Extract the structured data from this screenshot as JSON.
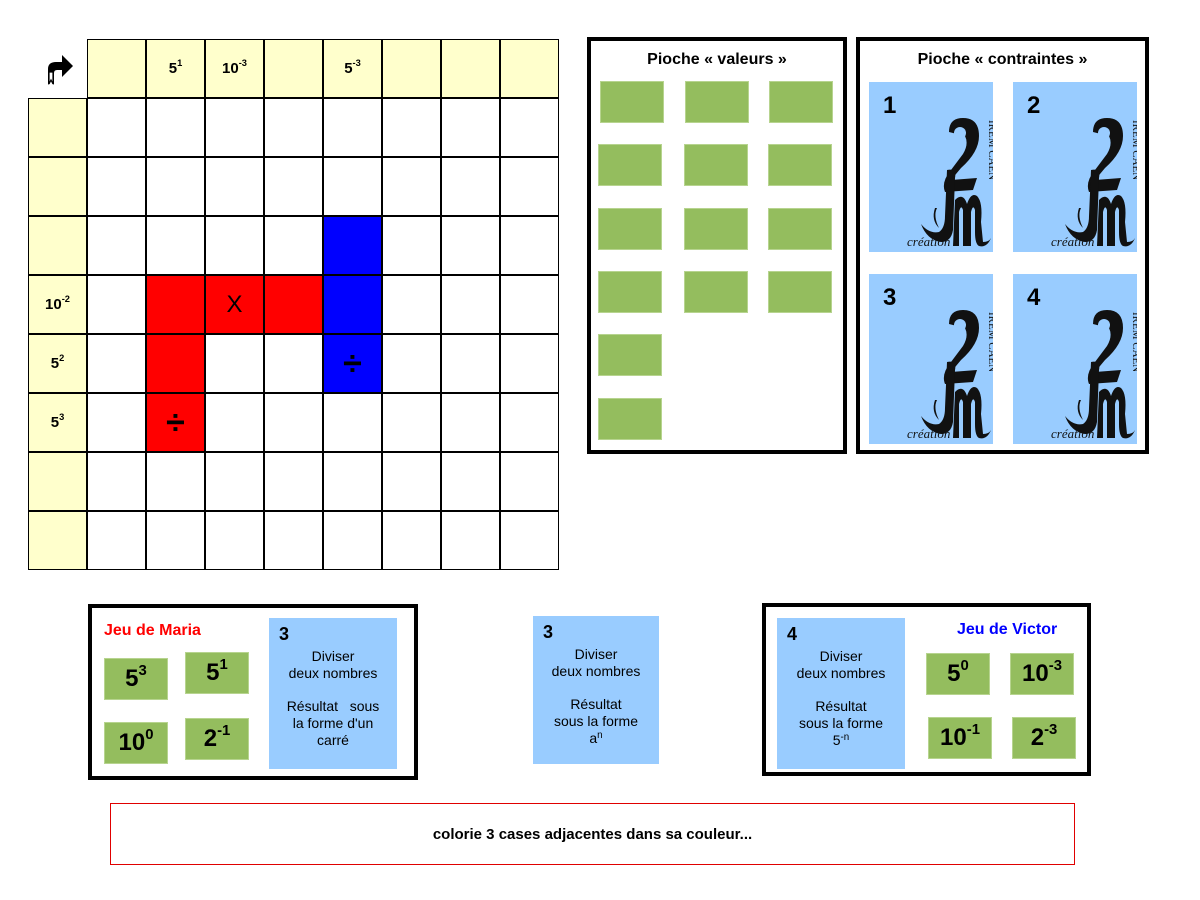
{
  "grid": {
    "rows": 9,
    "cols": 9,
    "column_headers": [
      {
        "base": "",
        "exp": ""
      },
      {
        "base": "5",
        "exp": "1"
      },
      {
        "base": "10",
        "exp": "-3"
      },
      {
        "base": "",
        "exp": ""
      },
      {
        "base": "5",
        "exp": "-3"
      },
      {
        "base": "",
        "exp": ""
      },
      {
        "base": "",
        "exp": ""
      },
      {
        "base": "",
        "exp": ""
      }
    ],
    "row_headers": [
      {
        "base": "",
        "exp": ""
      },
      {
        "base": "",
        "exp": ""
      },
      {
        "base": "",
        "exp": ""
      },
      {
        "base": "10",
        "exp": "-2"
      },
      {
        "base": "5",
        "exp": "2"
      },
      {
        "base": "5",
        "exp": "3"
      },
      {
        "base": "",
        "exp": ""
      },
      {
        "base": "",
        "exp": ""
      }
    ],
    "colored_cells": [
      {
        "row": 4,
        "col": 2,
        "color": "red",
        "mark": ""
      },
      {
        "row": 4,
        "col": 3,
        "color": "red",
        "mark": "X"
      },
      {
        "row": 4,
        "col": 4,
        "color": "red",
        "mark": ""
      },
      {
        "row": 5,
        "col": 2,
        "color": "red",
        "mark": ""
      },
      {
        "row": 6,
        "col": 2,
        "color": "red",
        "mark": "÷"
      },
      {
        "row": 3,
        "col": 5,
        "color": "blue",
        "mark": ""
      },
      {
        "row": 4,
        "col": 5,
        "color": "blue",
        "mark": ""
      },
      {
        "row": 5,
        "col": 5,
        "color": "blue",
        "mark": "÷"
      }
    ],
    "corner_icon": "share-arrow-icon"
  },
  "pioche_valeurs": {
    "title": "Pioche « valeurs »",
    "card_count": 14
  },
  "pioche_contraintes": {
    "title": "Pioche « contraintes »",
    "cards": [
      {
        "number": "1",
        "logo_text": "IREM CAEN",
        "logo_caption": "création"
      },
      {
        "number": "2",
        "logo_text": "IREM CAEN",
        "logo_caption": "création"
      },
      {
        "number": "3",
        "logo_text": "IREM CAEN",
        "logo_caption": "création"
      },
      {
        "number": "4",
        "logo_text": "IREM CAEN",
        "logo_caption": "création"
      }
    ]
  },
  "maria": {
    "title": "Jeu de Maria",
    "color": "#ff0000",
    "cards": [
      {
        "base": "5",
        "exp": "3"
      },
      {
        "base": "5",
        "exp": "1"
      },
      {
        "base": "10",
        "exp": "0"
      },
      {
        "base": "2",
        "exp": "-1"
      }
    ],
    "rule": {
      "number": "3",
      "line1": "Diviser",
      "line2": "deux nombres",
      "line3": "Résultat   sous",
      "line4": "la forme d'un",
      "line5": "carré"
    }
  },
  "center_rule": {
    "number": "3",
    "line1": "Diviser",
    "line2": "deux nombres",
    "line3": "Résultat",
    "line4": "sous la forme",
    "line5_base": "a",
    "line5_exp": "n"
  },
  "victor": {
    "title": "Jeu de Victor",
    "color": "#0000ff",
    "cards": [
      {
        "base": "5",
        "exp": "0"
      },
      {
        "base": "10",
        "exp": "-3"
      },
      {
        "base": "10",
        "exp": "-1"
      },
      {
        "base": "2",
        "exp": "-3"
      }
    ],
    "rule": {
      "number": "4",
      "line1": "Diviser",
      "line2": "deux nombres",
      "line3": "Résultat",
      "line4": "sous la forme",
      "line5_base": "5",
      "line5_exp": "-n"
    }
  },
  "message": "colorie 3 cases adjacentes dans sa couleur...",
  "colors": {
    "header_bg": "#ffffcc",
    "value_card": "#94bd5e",
    "constraint_card": "#99ccff",
    "red": "#ff0000",
    "blue": "#0000ff"
  }
}
